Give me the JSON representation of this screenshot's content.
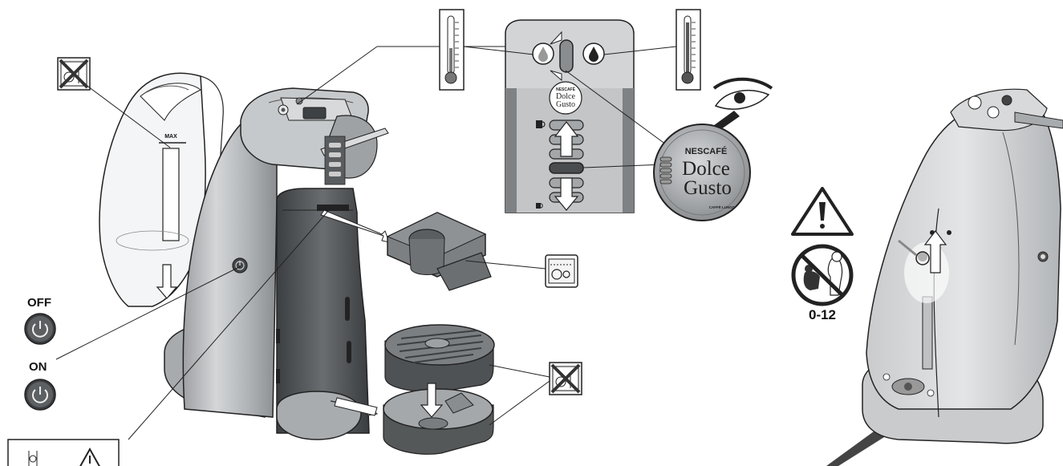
{
  "power": {
    "off_label": "OFF",
    "on_label": "ON"
  },
  "capsule": {
    "brand_top": "NESCAFÉ",
    "brand_line1": "Dolce",
    "brand_line2": "Gusto",
    "variety": "CAFFÈ LUNGO"
  },
  "panel_logo": {
    "brand_top": "NESCAFÉ",
    "brand_line1": "Dolce",
    "brand_line2": "Gusto"
  },
  "tank": {
    "max_label": "MAX"
  },
  "warning": {
    "age_label": "0-12"
  },
  "icons": [
    "thermometer-icon",
    "cold-drop-icon",
    "hot-drop-icon",
    "eye-icon",
    "power-icon",
    "dishwasher-safe-icon",
    "no-dishwasher-icon",
    "warning-triangle-icon",
    "no-children-icon"
  ],
  "colors": {
    "machine_grey": "#b9bcbf",
    "dark_grey": "#4a4d50",
    "panel_grey": "#d7d9db",
    "outline": "#1a1a1a"
  }
}
